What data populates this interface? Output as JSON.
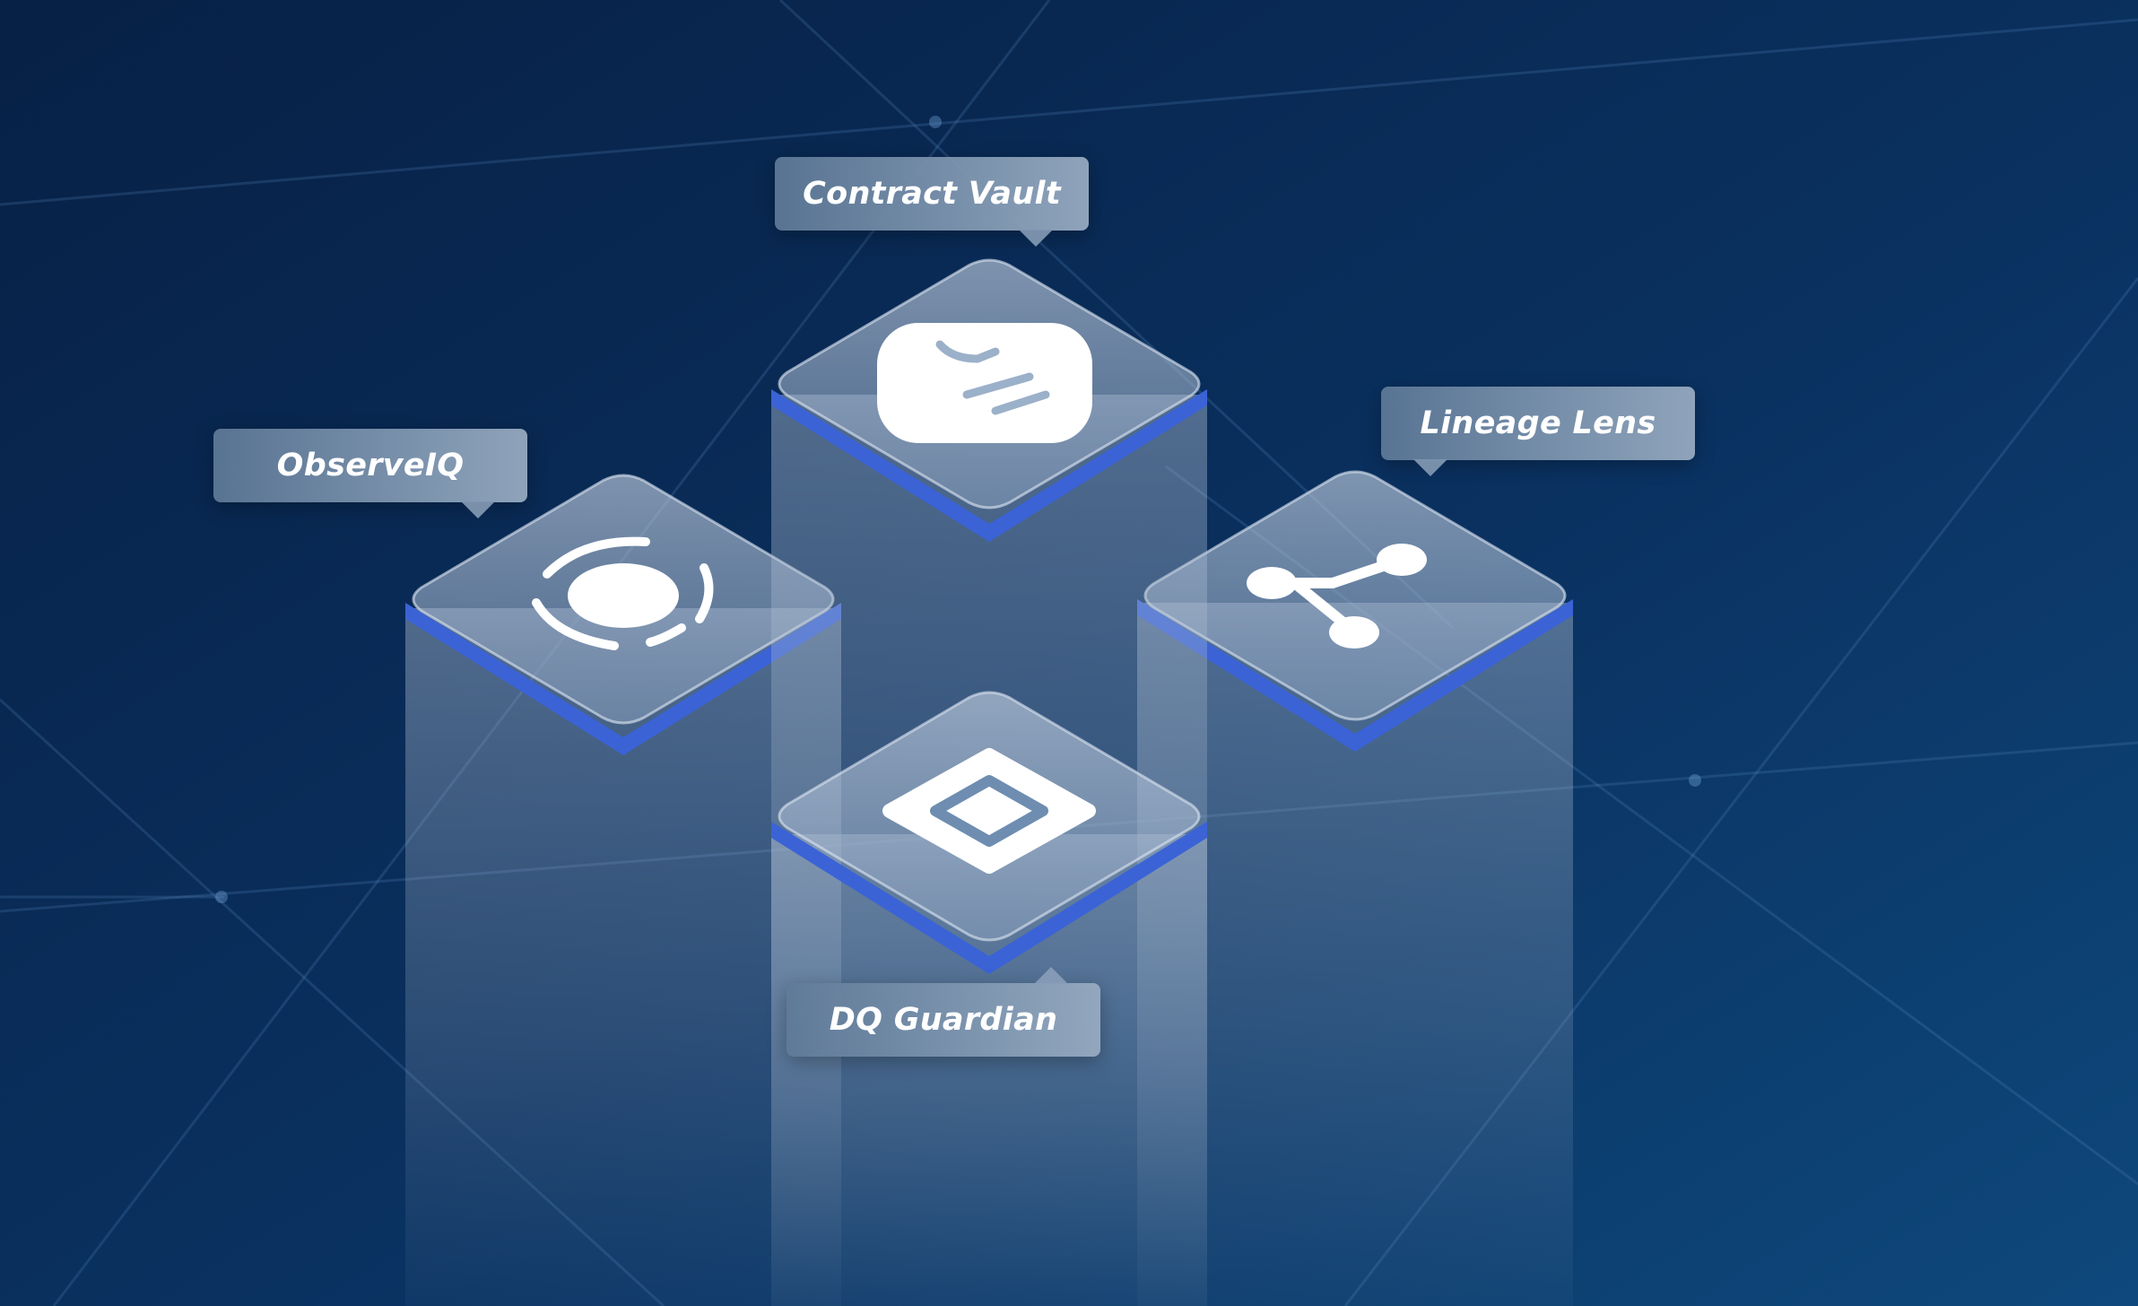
{
  "products": {
    "contract_vault": {
      "label": "Contract Vault",
      "icon": "document-contract-icon"
    },
    "observeiq": {
      "label": "ObserveIQ",
      "icon": "observability-eye-icon"
    },
    "lineage_lens": {
      "label": "Lineage Lens",
      "icon": "lineage-graph-icon"
    },
    "dq_guardian": {
      "label": "DQ Guardian",
      "icon": "quality-shield-icon"
    }
  },
  "colors": {
    "background_top": "#082246",
    "background_bottom": "#0d4376",
    "platform_edge": "#3b63d6",
    "glass": "#b9c8dc"
  }
}
